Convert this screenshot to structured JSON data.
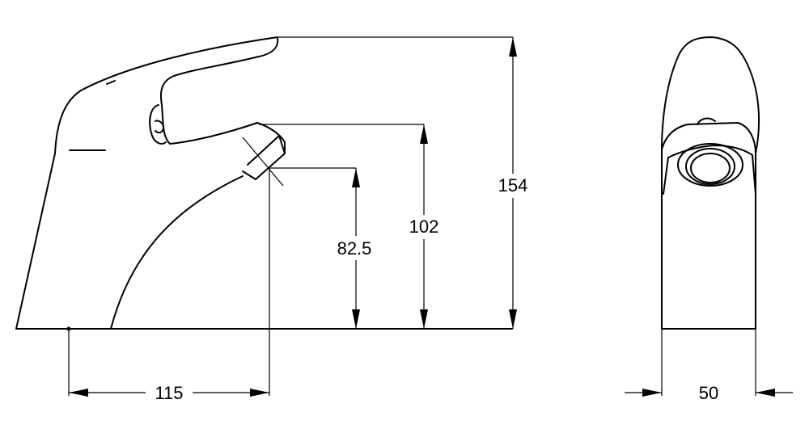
{
  "dimensions": {
    "spout_reach": "115",
    "spout_height": "82.5",
    "spout_top": "102",
    "total_height": "154",
    "body_width": "50"
  }
}
